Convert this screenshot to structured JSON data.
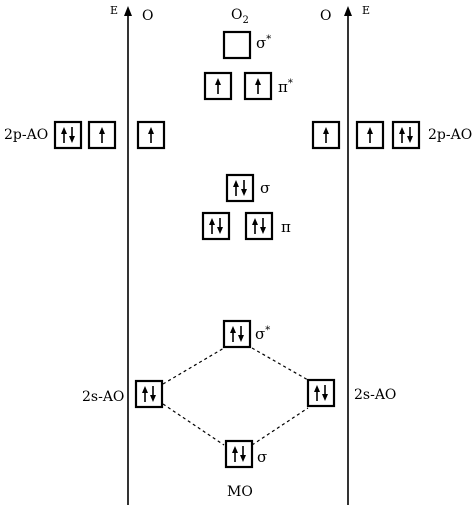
{
  "axis_left": {
    "label": "E",
    "atom": "O"
  },
  "axis_right": {
    "label": "E",
    "atom": "O"
  },
  "molecule": {
    "base": "O",
    "sub": "2"
  },
  "labels": {
    "sigma": "σ",
    "pi": "π",
    "star": "*",
    "ao_2p": "2p-AO",
    "ao_2s": "2s-AO",
    "mo": "MO"
  },
  "left_2p": [
    "up-down",
    "up",
    "up"
  ],
  "right_2p": [
    "up",
    "up",
    "up-down"
  ],
  "mo_levels": {
    "sigma_star_2p": [
      "empty"
    ],
    "pi_star_2p": [
      "up",
      "up"
    ],
    "sigma_2p": [
      "up-down"
    ],
    "pi_2p": [
      "up-down",
      "up-down"
    ],
    "sigma_star_2s": [
      "up-down"
    ],
    "sigma_2s": [
      "up-down"
    ]
  },
  "left_2s": [
    "up-down"
  ],
  "right_2s": [
    "up-down"
  ]
}
